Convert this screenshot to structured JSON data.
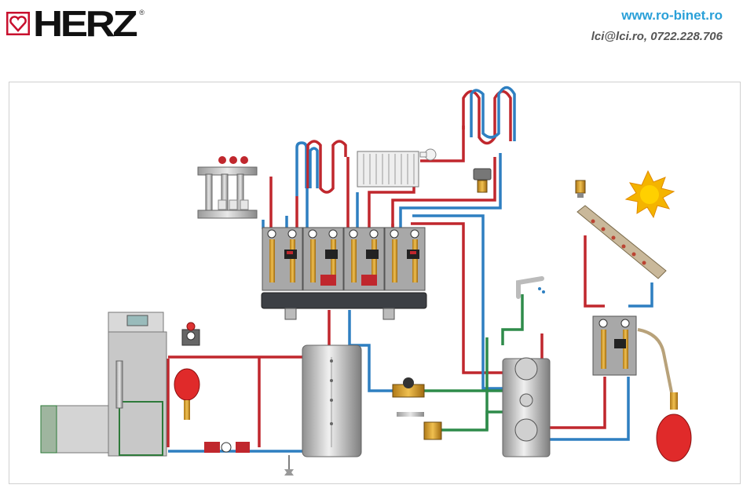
{
  "header": {
    "brand": "HERZ",
    "registered": "®",
    "website": "www.ro-binet.ro",
    "contact": "lci@lci.ro, 0722.228.706"
  },
  "colors": {
    "hot_pipe": "#c0272d",
    "cold_pipe": "#2e7fc1",
    "green_pipe": "#2e8b4a",
    "brand": "#c8102e",
    "accent": "#2aa0d8"
  },
  "diagram": {
    "components": [
      "floor-heating-manifold",
      "underfloor-heating-loop",
      "panel-radiator",
      "wall-heating-loop",
      "pump-group-station",
      "distribution-header",
      "pellet-boiler",
      "buffer-tank",
      "expansion-vessel",
      "dhw-tank",
      "solar-collector",
      "sun",
      "solar-pump-station",
      "tap",
      "air-vent"
    ]
  }
}
